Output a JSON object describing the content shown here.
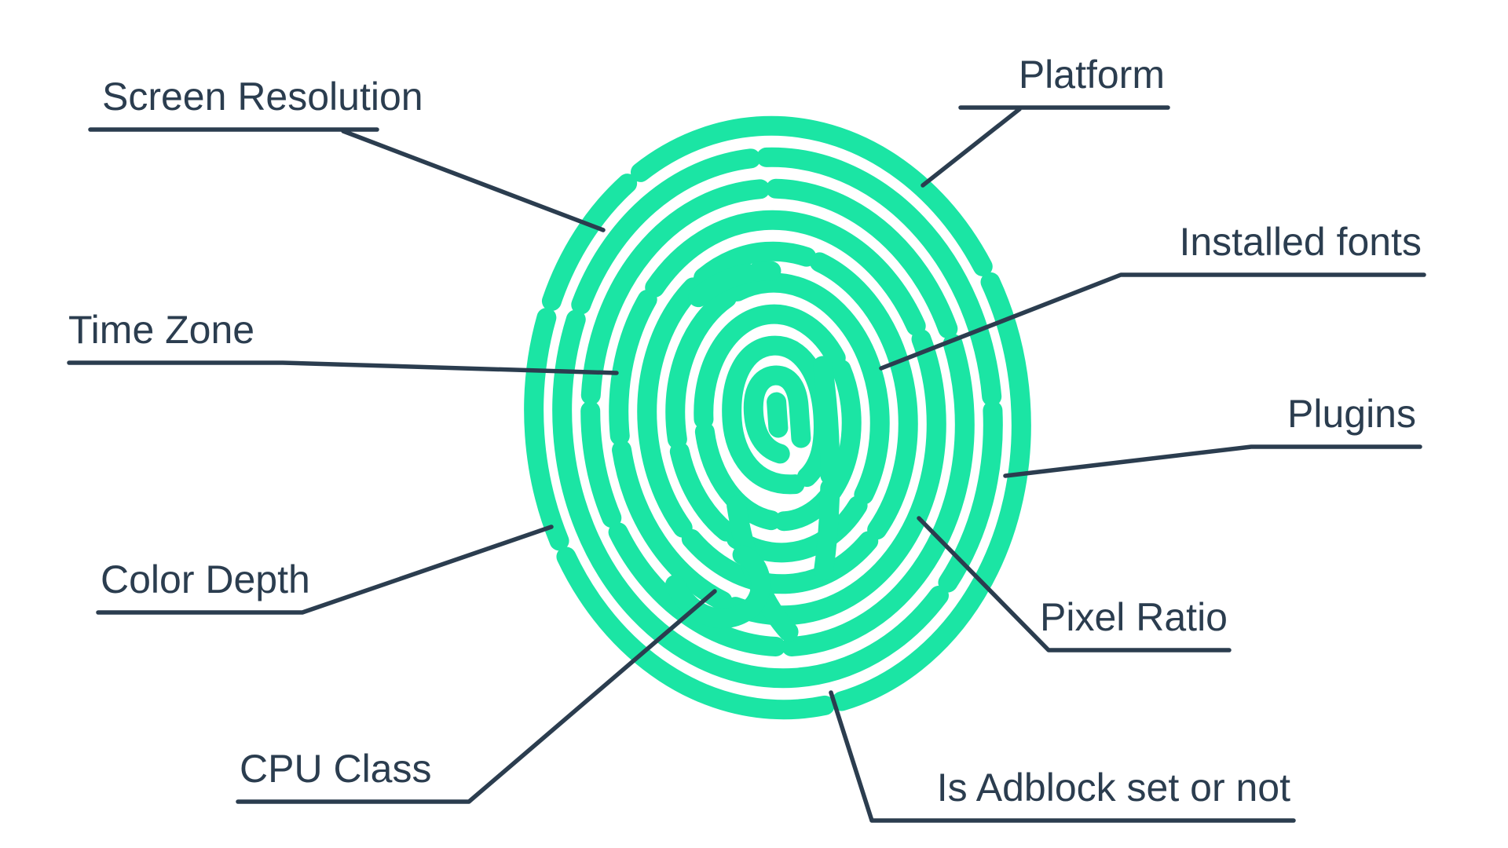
{
  "page": {
    "background": "#ffffff",
    "description": "Browser fingerprint diagram with labeled fingerprint attributes"
  },
  "colors": {
    "fingerprint_green": "#1be5a4",
    "line_navy": "#2b3d4f",
    "text_navy": "#2b3d4f"
  },
  "diagram": {
    "subject": "fingerprint",
    "labels": [
      {
        "id": "screen-resolution",
        "text": "Screen Resolution"
      },
      {
        "id": "platform",
        "text": "Platform"
      },
      {
        "id": "installed-fonts",
        "text": "Installed fonts"
      },
      {
        "id": "time-zone",
        "text": "Time Zone"
      },
      {
        "id": "plugins",
        "text": "Plugins"
      },
      {
        "id": "color-depth",
        "text": "Color Depth"
      },
      {
        "id": "pixel-ratio",
        "text": "Pixel Ratio"
      },
      {
        "id": "cpu-class",
        "text": "CPU Class"
      },
      {
        "id": "is-adblock",
        "text": "Is Adblock set or not"
      }
    ]
  }
}
